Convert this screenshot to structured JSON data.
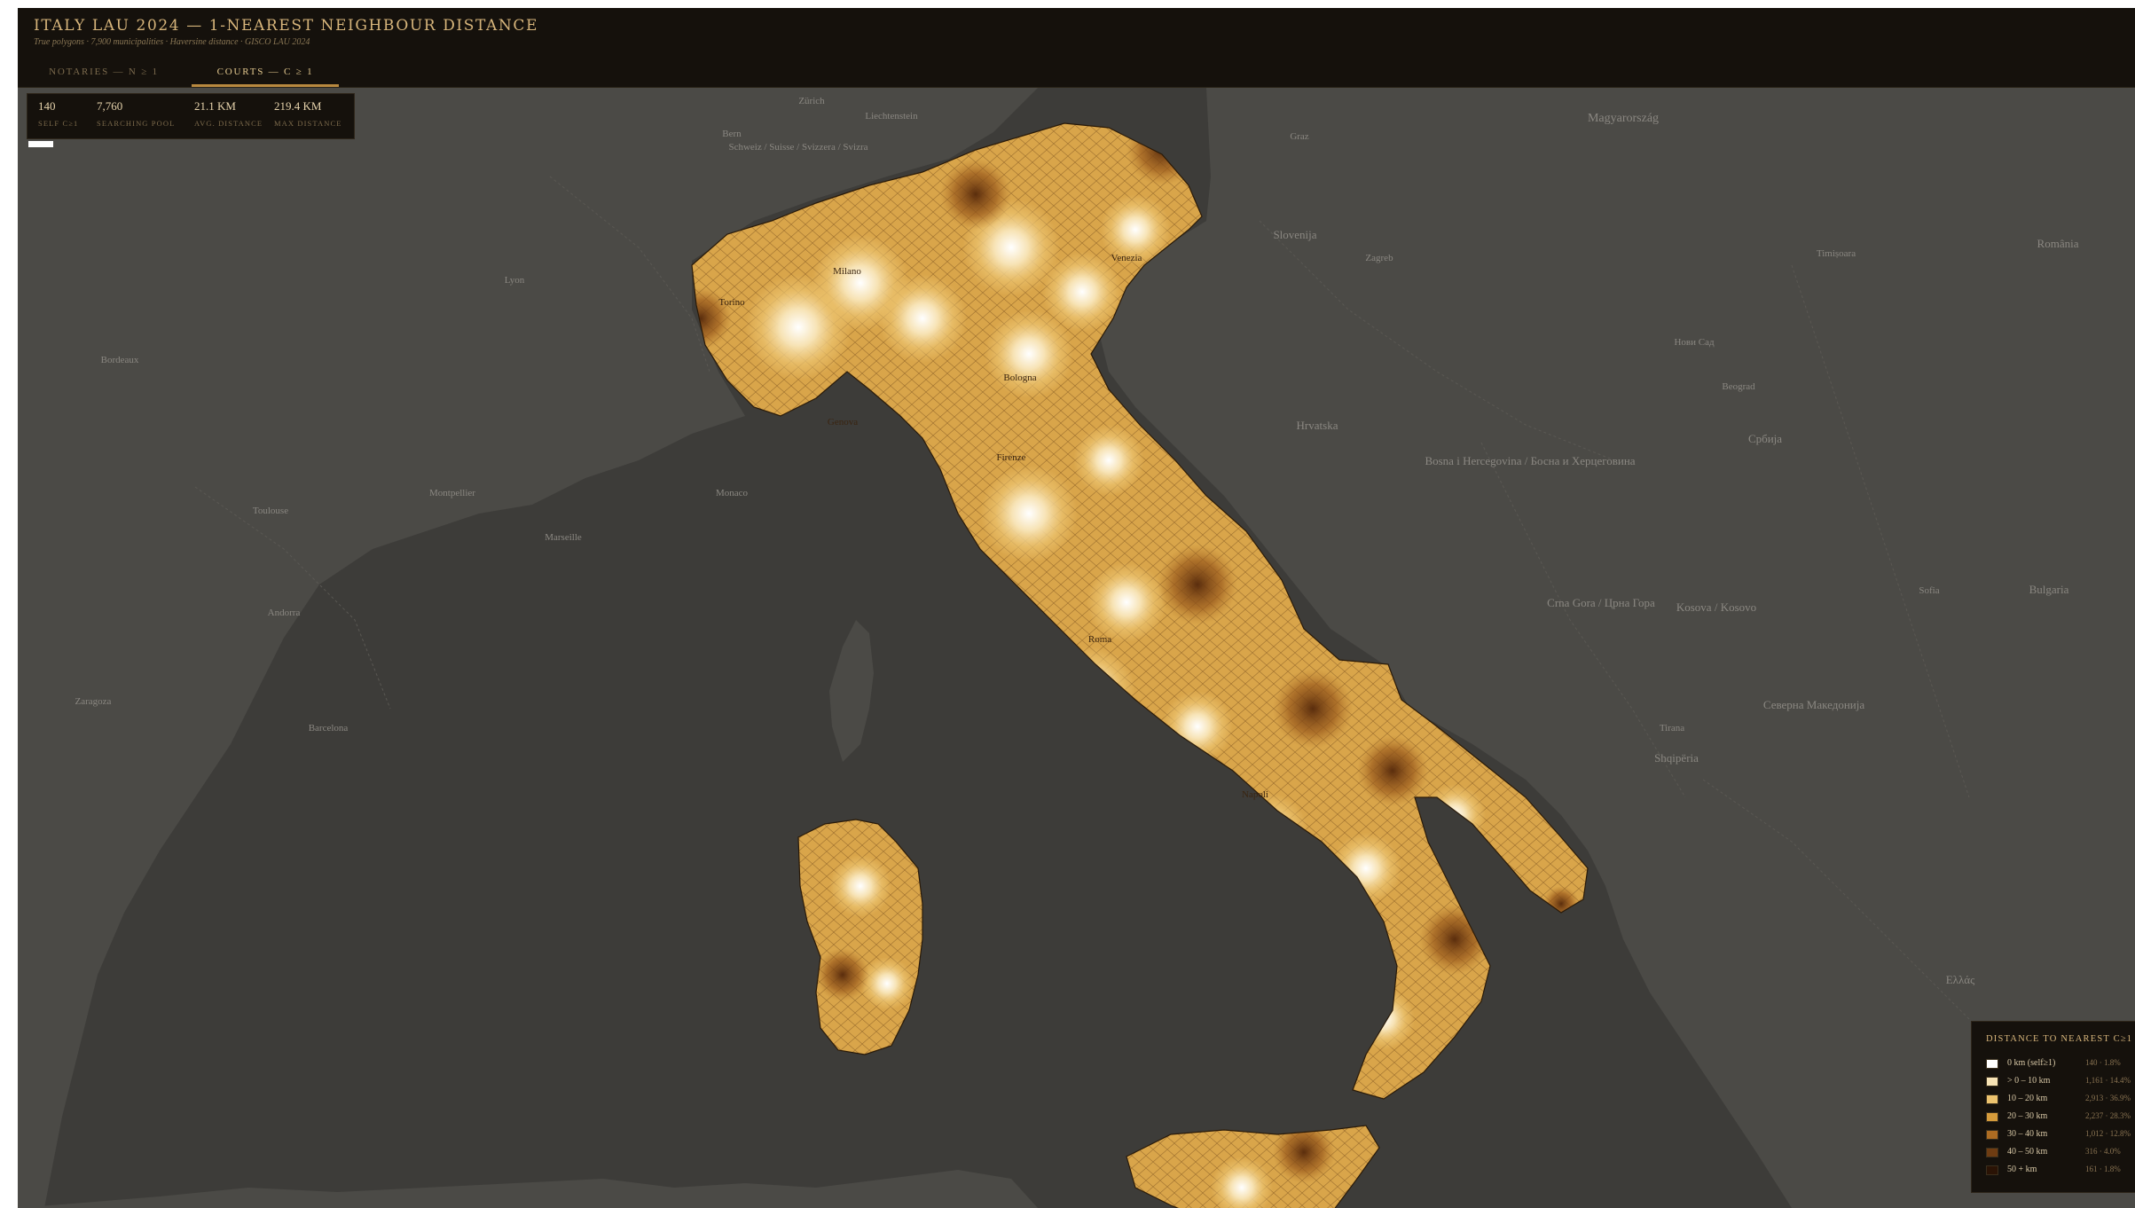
{
  "header": {
    "title": "ITALY LAU 2024 — 1-NEAREST NEIGHBOUR DISTANCE",
    "subtitle": "True polygons · 7,900 municipalities · Haversine distance · GISCO LAU 2024"
  },
  "tabs": [
    {
      "label": "NOTARIES — N ≥ 1",
      "active": false
    },
    {
      "label": "COURTS — C ≥ 1",
      "active": true
    }
  ],
  "stats": [
    {
      "value": "140",
      "label": "SELF C≥1"
    },
    {
      "value": "7,760",
      "label": "SEARCHING POOL"
    },
    {
      "value": "21.1 KM",
      "label": "AVG. DISTANCE"
    },
    {
      "value": "219.4 KM",
      "label": "MAX DISTANCE"
    }
  ],
  "legend": {
    "title": "DISTANCE TO NEAREST C≥1",
    "items": [
      {
        "label": "0 km (self≥1)",
        "count": "140 · 1.8%",
        "color": "#ffffff"
      },
      {
        "label": "> 0 – 10 km",
        "count": "1,161 · 14.4%",
        "color": "#f7e3b5"
      },
      {
        "label": "10 – 20 km",
        "count": "2,913 · 36.9%",
        "color": "#ecc36e"
      },
      {
        "label": "20 – 30 km",
        "count": "2,237 · 28.3%",
        "color": "#d59b3b"
      },
      {
        "label": "30 – 40 km",
        "count": "1,012 · 12.8%",
        "color": "#ad6c22"
      },
      {
        "label": "40 – 50 km",
        "count": "316 · 4.0%",
        "color": "#6e3c12"
      },
      {
        "label": "50 + km",
        "count": "161 · 1.8%",
        "color": "#2a1305"
      }
    ]
  },
  "colors": {
    "background": "#403f3c",
    "panel": "#15110c",
    "accent": "#d7b57b",
    "sea": "#3d3c39",
    "land": "#4b4a46"
  },
  "map_labels": [
    "Zürich",
    "Liechtenstein",
    "Bern",
    "Schweiz / Suisse / Svizzera / Svizra",
    "Graz",
    "Magyarország",
    "Slovenija",
    "Zagreb",
    "Lyon",
    "Bordeaux",
    "Toulouse",
    "Marseille",
    "Monaco",
    "Montpellier",
    "Andorra",
    "Barcelona",
    "Zaragoza",
    "Hrvatska",
    "Bosna i Hercegovina / Босна и Херцеговина",
    "Србија",
    "Beograd",
    "Нови Сад",
    "Crna Gora / Црна Гора",
    "Kosova / Kosovo",
    "Shqipëria",
    "Tirana",
    "Северна Македонија",
    "Bulgaria",
    "România",
    "Timișoara",
    "Ελλάς",
    "Sofia",
    "Napoli",
    "Roma",
    "Genova",
    "Torino",
    "Milano",
    "Firenze",
    "Bologna",
    "Venezia"
  ]
}
